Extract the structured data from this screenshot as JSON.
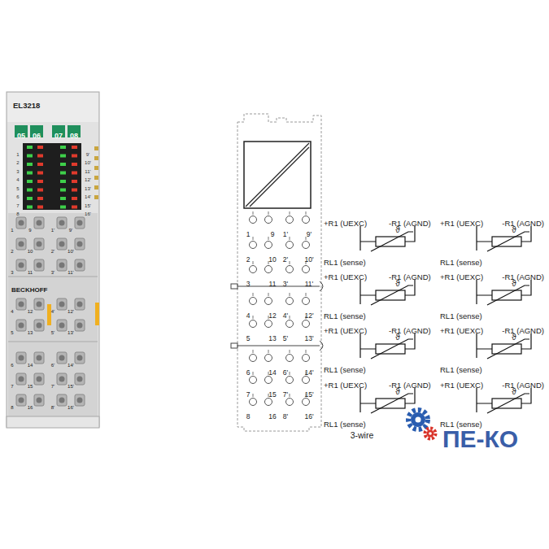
{
  "diagram": {
    "labels": [
      "EL3218",
      "05",
      "06",
      "07",
      "08",
      "1",
      "2",
      "3",
      "4",
      "5",
      "6",
      "7",
      "8",
      "9'",
      "10'",
      "11'",
      "12'",
      "13'",
      "14'",
      "15'",
      "16'",
      "1",
      "9",
      "1'",
      "9'",
      "2",
      "10",
      "2'",
      "10'",
      "3",
      "11",
      "3'",
      "11'",
      "4",
      "12",
      "4'",
      "12'",
      "5",
      "13",
      "5'",
      "13'",
      "6",
      "14",
      "6'",
      "14'",
      "7",
      "15",
      "7'",
      "15'",
      "8",
      "16",
      "8'",
      "16'",
      "BECKHOFF",
      "1",
      "9",
      "1'",
      "9'",
      "2",
      "10",
      "2'",
      "10'",
      "3",
      "11",
      "3'",
      "11'",
      "4",
      "12",
      "4'",
      "12'",
      "5",
      "13",
      "5'",
      "13'",
      "6",
      "14",
      "6'",
      "14'",
      "7",
      "15",
      "7'",
      "15'",
      "8",
      "16",
      "8'",
      "16'",
      "+R1 (UEXC)",
      "ϑ",
      "-R1 (AGND)",
      "RL1 (sense)",
      "+R1 (UEXC)",
      "ϑ",
      "-R1 (AGND)",
      "RL1 (sense)",
      "+R1 (UEXC)",
      "ϑ",
      "-R1 (AGND)",
      "RL1 (sense)",
      "+R1 (UEXC)",
      "ϑ",
      "-R1 (AGND)",
      "RL1 (sense)",
      "+R1 (UEXC)",
      "ϑ",
      "-R1 (AGND)",
      "RL1 (sense)",
      "+R1 (UEXC)",
      "ϑ",
      "-R1 (AGND)",
      "RL1 (sense)",
      "+R1 (UEXC)",
      "ϑ",
      "-R1 (AGND)",
      "RL1 (sense)",
      "+R1 (UEXC)",
      "ϑ",
      "-R1 (AGND)",
      "RL1 (sense)",
      "3-wire",
      "ПЕ-КО"
    ]
  }
}
